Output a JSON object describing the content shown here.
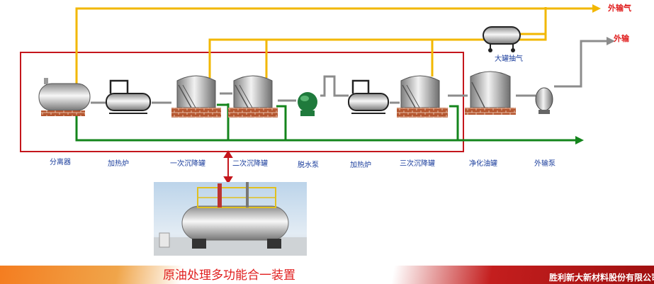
{
  "outputs": {
    "gas_export": "外输气",
    "oil_export": "外输",
    "tank_gas": "大罐抽气"
  },
  "equipment_labels": [
    "分离器",
    "加热炉",
    "一次沉降罐",
    "二次沉降罐",
    "脱水泵",
    "加热炉",
    "三次沉降罐",
    "净化油罐",
    "外输泵"
  ],
  "caption": "原油处理多功能合一装置",
  "footer": "胜利新大新材料股份有限公司",
  "colors": {
    "gas_line": "#f2b701",
    "water_line": "#14851c",
    "oil_line": "#8c8c8c",
    "frame": "#c4161c",
    "label_text": "#1a3d9c",
    "red_text": "#e01e1e"
  },
  "icons": [
    "separator-icon",
    "heater-icon",
    "settling-tank-icon",
    "pump-icon",
    "gas-tank-icon",
    "photo-device"
  ]
}
